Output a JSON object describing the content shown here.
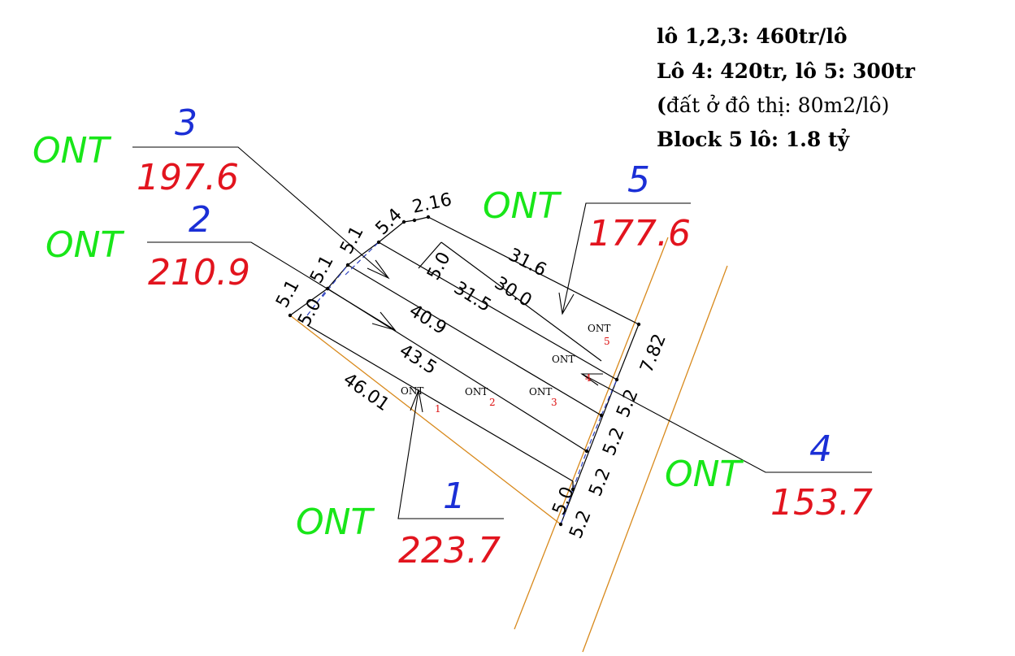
{
  "notes": {
    "line1": "lô 1,2,3: 460tr/lô",
    "line2": "Lô 4: 420tr, lô 5: 300tr",
    "line3_open": "(",
    "line3_rest": "đất ở đô thị: 80m2/lô)",
    "line4": "Block 5 lô: 1.8 tỷ"
  },
  "callouts": [
    {
      "id": "1",
      "type": "ONT",
      "number": "1",
      "area": "223.7"
    },
    {
      "id": "2",
      "type": "ONT",
      "number": "2",
      "area": "210.9"
    },
    {
      "id": "3",
      "type": "ONT",
      "number": "3",
      "area": "197.6"
    },
    {
      "id": "4",
      "type": "ONT",
      "number": "4",
      "area": "153.7"
    },
    {
      "id": "5",
      "type": "ONT",
      "number": "5",
      "area": "177.6"
    }
  ],
  "lots_small": [
    {
      "type": "ONT",
      "number": "1"
    },
    {
      "type": "ONT",
      "number": "2"
    },
    {
      "type": "ONT",
      "number": "3"
    },
    {
      "type": "ONT",
      "number": "4"
    },
    {
      "type": "ONT",
      "number": "5"
    }
  ],
  "dimensions": {
    "front_left_a": "5.1",
    "front_left_b": "5.1",
    "front_left_c": "5.1",
    "front_top": "5.4",
    "front_top_b": "2.16",
    "inner_5_0_a": "5.0",
    "inner_5_0_b": "5.0",
    "inner_5_0_c": "5.0",
    "side_46": "46.01",
    "side_43": "43.5",
    "side_40": "40.9",
    "side_31_5": "31.5",
    "side_30": "30.0",
    "side_31_6": "31.6",
    "back_7_82": "7.82",
    "back_5_2_a": "5.2",
    "back_5_2_b": "5.2",
    "back_5_2_c": "5.2",
    "back_5_2_d": "5.2"
  },
  "colors": {
    "ont": "#19e619",
    "number": "#1b2fd6",
    "area": "#e2141e",
    "boundary": "#d8891c"
  }
}
